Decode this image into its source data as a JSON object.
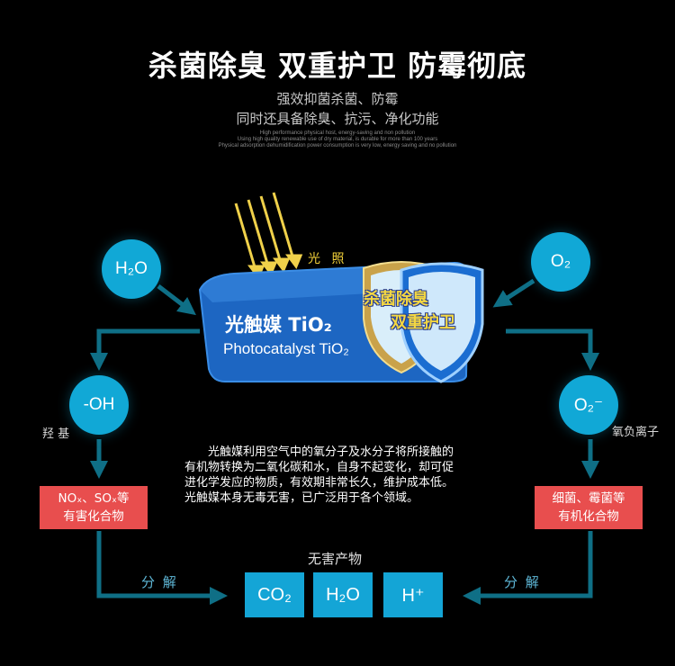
{
  "header": {
    "title": "杀菌除臭 双重护卫 防霉彻底",
    "subtitle1": "强效抑菌杀菌、防霉",
    "subtitle2": "同时还具备除臭、抗污、净化功能",
    "tiny1": "High performance physical host, energy-saving and non pollution",
    "tiny2": "Using high quality renewable use of dry material, is durable for more than 100 years",
    "tiny3": "Physical adsorption dehumidification power consumption is very low, energy saving and no pollution"
  },
  "center": {
    "light_label": "光 照",
    "cn": "光触媒 TiO₂",
    "en": "Photocatalyst TiO₂",
    "shield_line1": "杀菌除臭",
    "shield_line2": "双重护卫"
  },
  "nodes": {
    "h2o": "H₂O",
    "o2": "O₂",
    "oh": "-OH",
    "oh_label": "羟 基",
    "o2neg": "O₂⁻",
    "o2neg_label": "氧负离子"
  },
  "left_box": {
    "line1": "NOₓ、SOₓ等",
    "line2": "有害化合物"
  },
  "right_box": {
    "line1": "细菌、霉菌等",
    "line2": "有机化合物"
  },
  "description": [
    "　　光触媒利用空气中的氧分子及水分子将所接触的",
    "有机物转换为二氧化碳和水，自身不起变化，却可促",
    "进化学发应的物质，有效期非常长久，维护成本低。",
    "光触媒本身无毒无害，已广泛用于各个领域。"
  ],
  "products": {
    "label": "无害产物",
    "items": [
      "CO₂",
      "H₂O",
      "H⁺"
    ]
  },
  "decompose_left": "分 解",
  "decompose_right": "分 解",
  "colors": {
    "node_blue": "#11a8d6",
    "arrow_teal": "#0f6f86",
    "red_box": "#e84e4e",
    "light_gold": "#f2d13a"
  }
}
